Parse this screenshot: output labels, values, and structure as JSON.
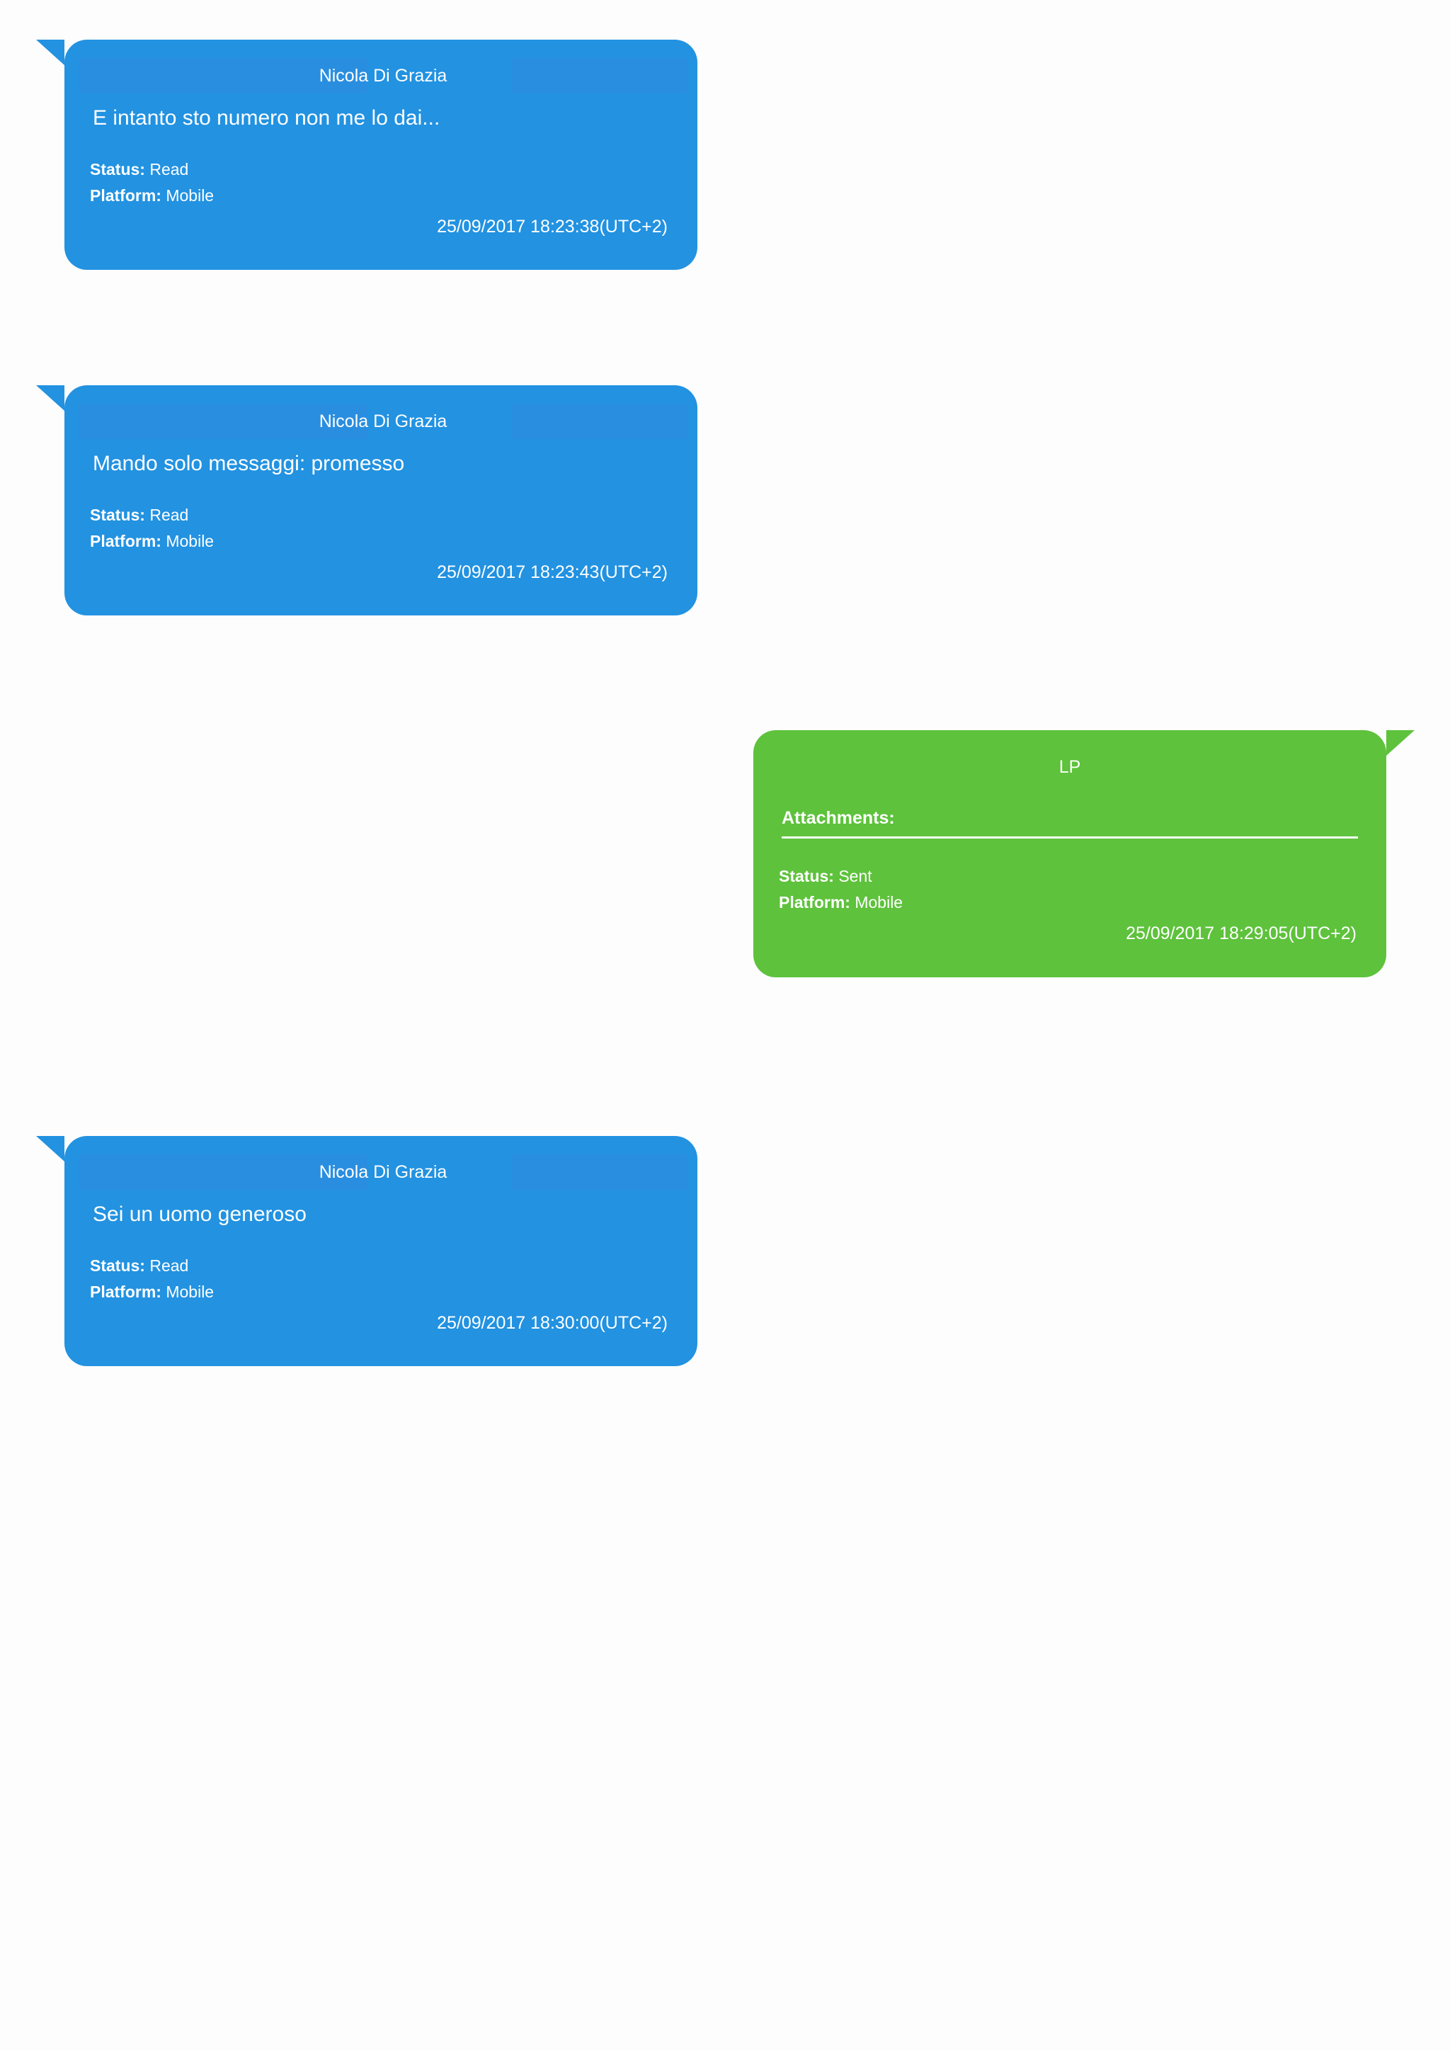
{
  "messages": [
    {
      "direction": "incoming",
      "sender": "Nicola Di Grazia",
      "text": "E intanto sto numero non me lo dai...",
      "status_label": "Status:",
      "status": "Read",
      "platform_label": "Platform:",
      "platform": "Mobile",
      "timestamp": "25/09/2017 18:23:38(UTC+2)"
    },
    {
      "direction": "incoming",
      "sender": "Nicola Di Grazia",
      "text": "Mando solo messaggi: promesso",
      "status_label": "Status:",
      "status": "Read",
      "platform_label": "Platform:",
      "platform": "Mobile",
      "timestamp": "25/09/2017 18:23:43(UTC+2)"
    },
    {
      "direction": "outgoing",
      "sender": "LP",
      "attachments_label": "Attachments:",
      "status_label": "Status:",
      "status": "Sent",
      "platform_label": "Platform:",
      "platform": "Mobile",
      "timestamp": "25/09/2017 18:29:05(UTC+2)"
    },
    {
      "direction": "incoming",
      "sender": "Nicola Di Grazia",
      "text": "Sei un uomo generoso",
      "status_label": "Status:",
      "status": "Read",
      "platform_label": "Platform:",
      "platform": "Mobile",
      "timestamp": "25/09/2017 18:30:00(UTC+2)"
    }
  ],
  "colors": {
    "incoming_bubble": "#2292e1",
    "outgoing_bubble": "#5ec23c",
    "page_background": "#fdfdfd",
    "text": "#ffffff"
  }
}
